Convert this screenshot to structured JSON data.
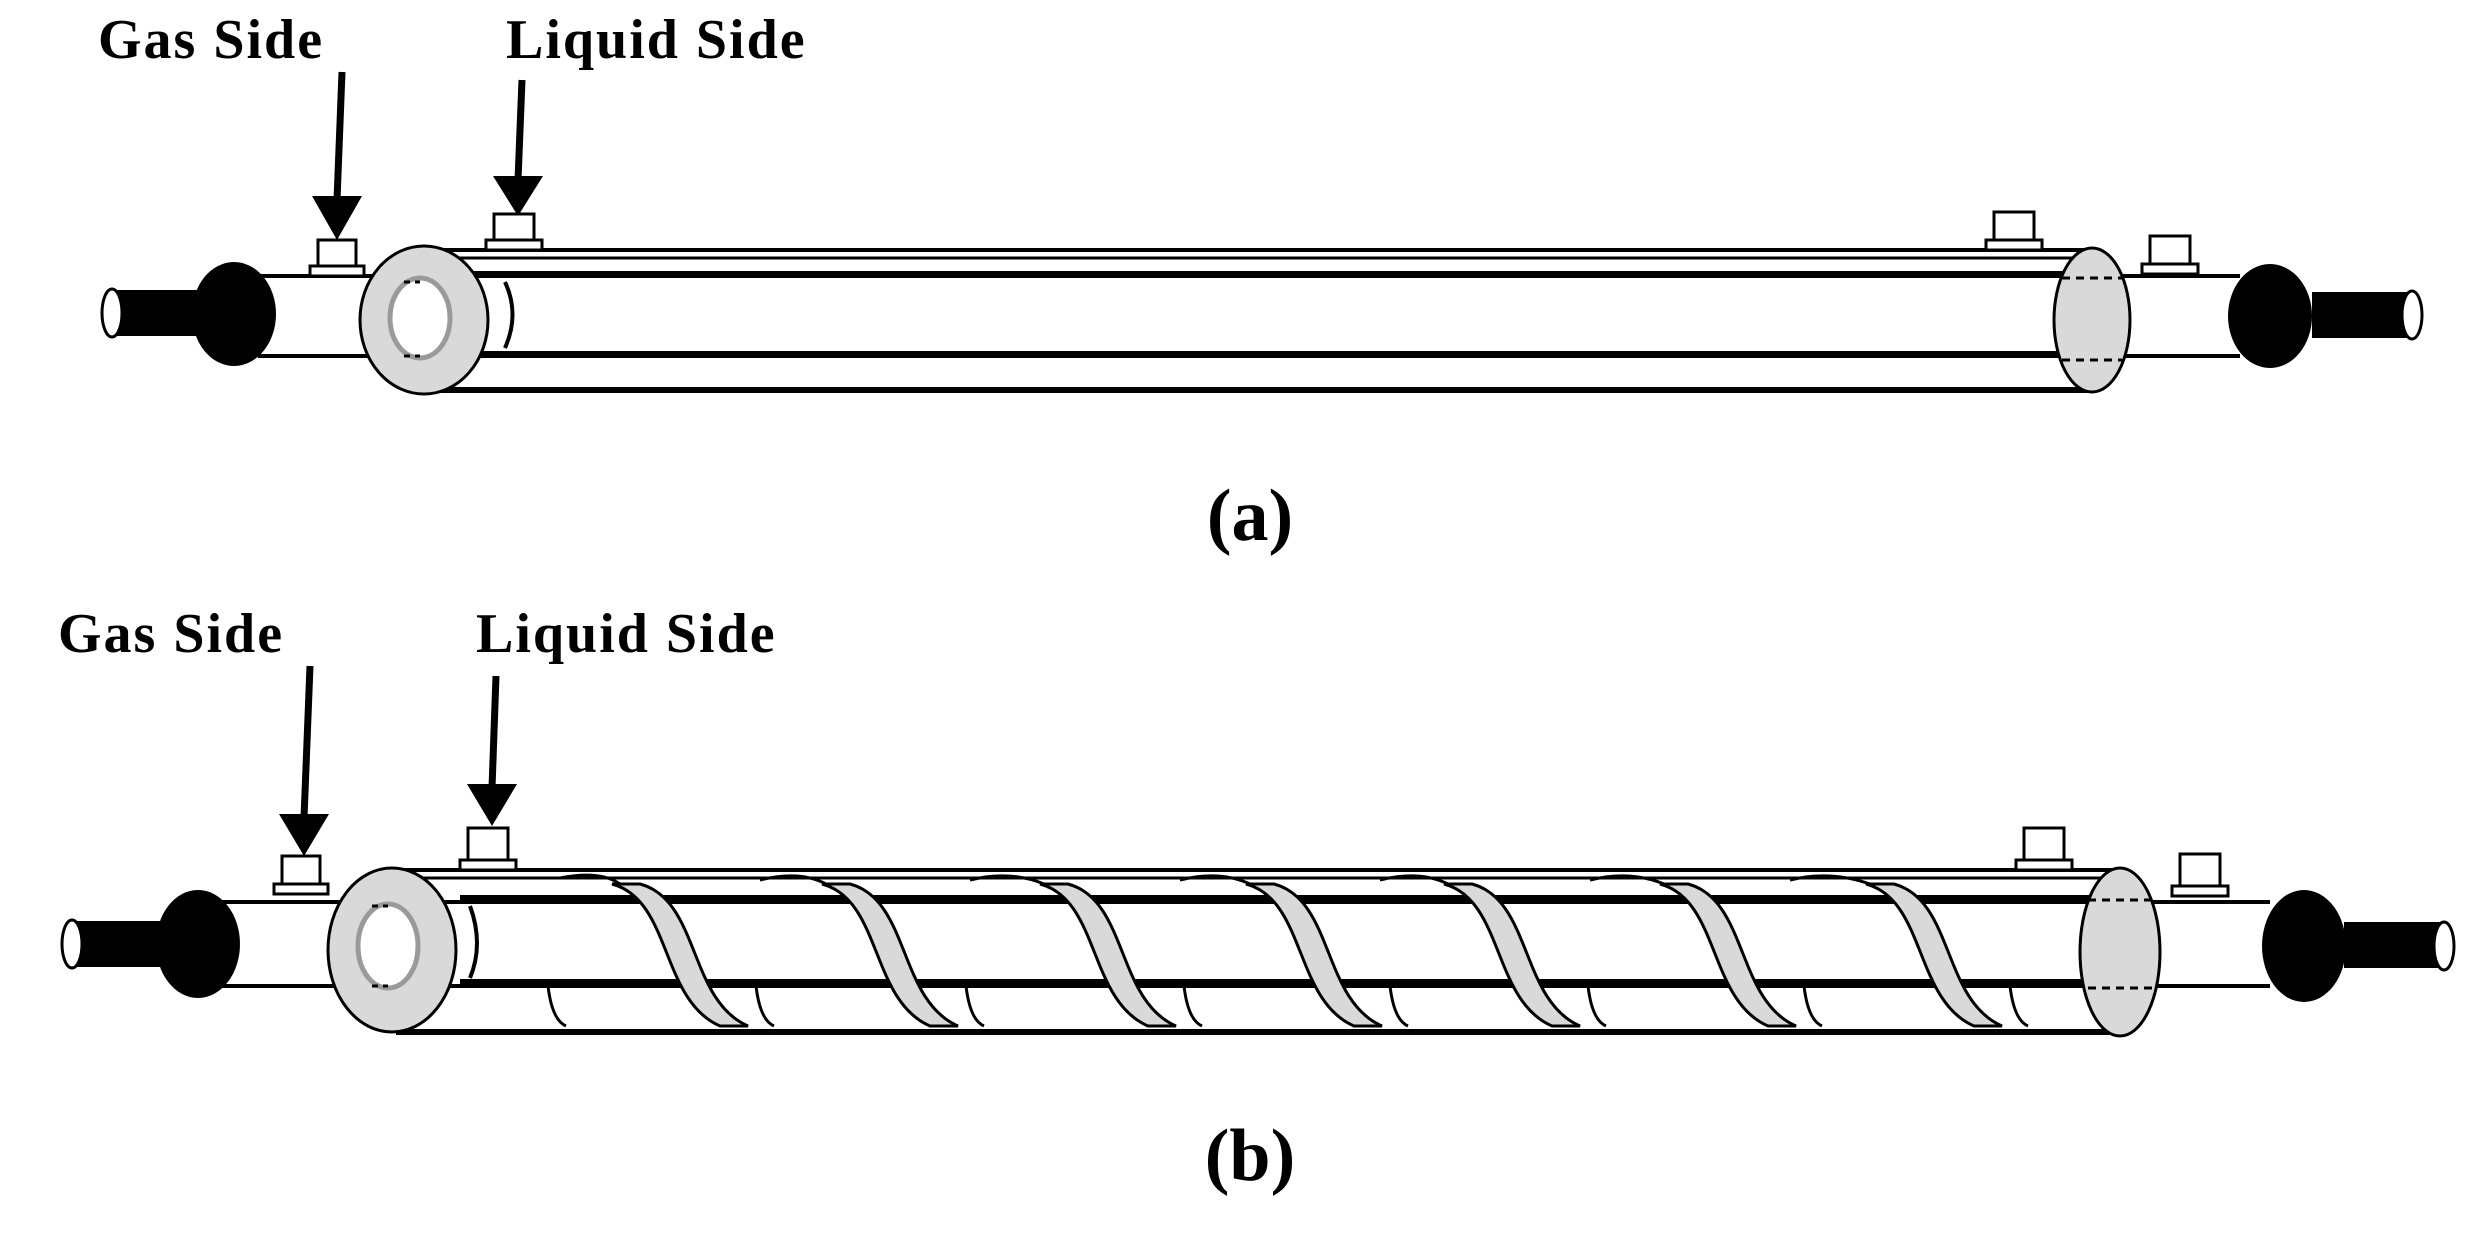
{
  "panel_a": {
    "gas_label": "Gas Side",
    "liquid_label": "Liquid Side",
    "caption": "(a)"
  },
  "panel_b": {
    "gas_label": "Gas Side",
    "liquid_label": "Liquid Side",
    "caption": "(b)"
  },
  "colors": {
    "line": "#000000",
    "fill_gray": "#d9d9d9",
    "inner_ring": "#9a9a9a",
    "background": "#ffffff"
  }
}
